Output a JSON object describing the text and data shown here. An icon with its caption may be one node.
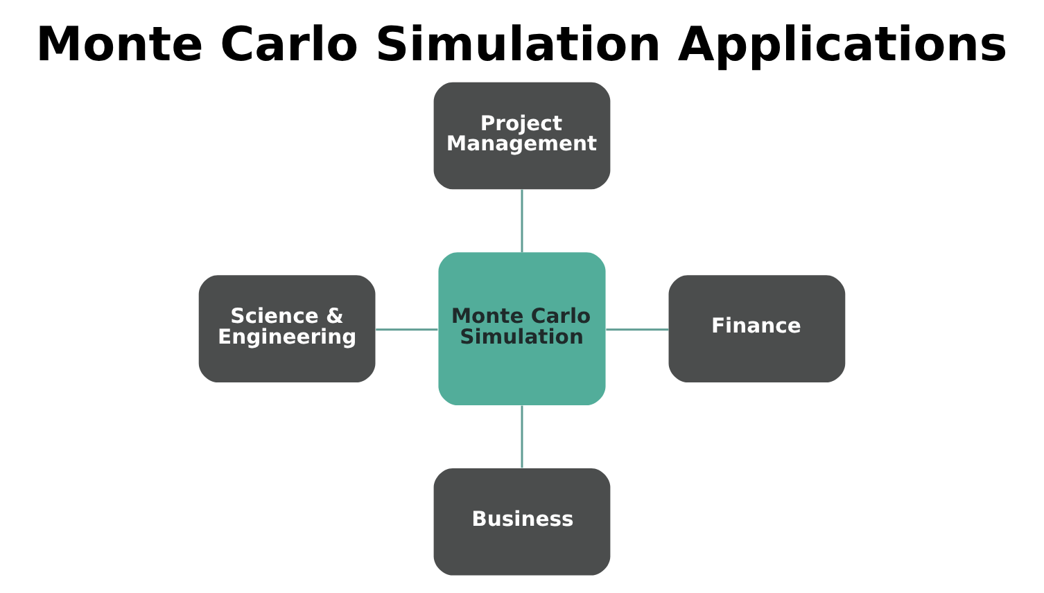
{
  "diagram": {
    "title": "Monte Carlo Simulation Applications",
    "nodes": [
      {
        "text": [
          "Project Management"
        ]
      },
      {
        "text": [
          "Science & Engineering"
        ]
      },
      {
        "text": [
          "Monte Carlo Simulation"
        ]
      },
      {
        "text": [
          "Finance"
        ]
      },
      {
        "text": [
          "Business"
        ]
      }
    ],
    "edges": [
      {
        "from": 0,
        "to": 2,
        "arrow": "none"
      },
      {
        "from": 1,
        "to": 2,
        "arrow": "none"
      },
      {
        "from": 2,
        "to": 3,
        "arrow": "none"
      },
      {
        "from": 2,
        "to": 4,
        "arrow": "none"
      }
    ]
  }
}
